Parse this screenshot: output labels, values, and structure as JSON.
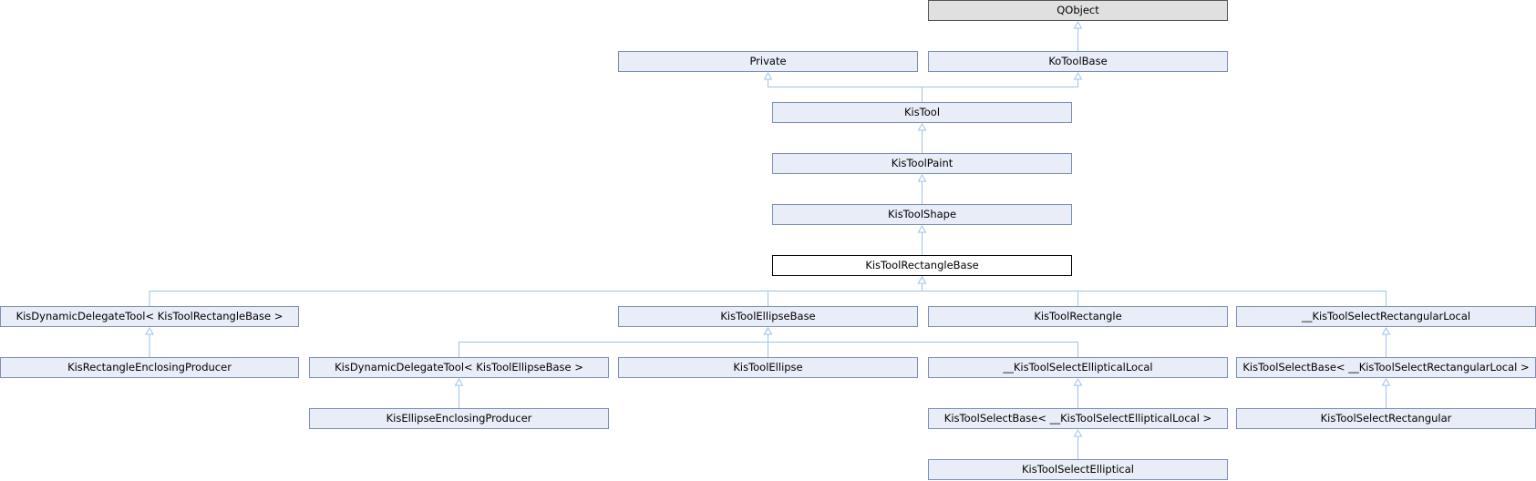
{
  "diagram": {
    "nodes": [
      {
        "id": "qobject",
        "label": "QObject",
        "style": "external"
      },
      {
        "id": "private",
        "label": "Private",
        "style": "normal"
      },
      {
        "id": "kotoolbase",
        "label": "KoToolBase",
        "style": "normal"
      },
      {
        "id": "kistool",
        "label": "KisTool",
        "style": "normal"
      },
      {
        "id": "kistoolpaint",
        "label": "KisToolPaint",
        "style": "normal"
      },
      {
        "id": "kistoolshape",
        "label": "KisToolShape",
        "style": "normal"
      },
      {
        "id": "kistoolrectanglebase",
        "label": "KisToolRectangleBase",
        "style": "current"
      },
      {
        "id": "kisdynamicdelegatetool-rect",
        "label": "KisDynamicDelegateTool< KisToolRectangleBase >",
        "style": "normal"
      },
      {
        "id": "kistoolellipsebase",
        "label": "KisToolEllipseBase",
        "style": "normal"
      },
      {
        "id": "kistoolrectangle",
        "label": "KisToolRectangle",
        "style": "normal"
      },
      {
        "id": "kistoolselectrectangularlocal",
        "label": "__KisToolSelectRectangularLocal",
        "style": "normal"
      },
      {
        "id": "kisrectangleenclosingproducer",
        "label": "KisRectangleEnclosingProducer",
        "style": "normal"
      },
      {
        "id": "kisdynamicdelegatetool-ellipse",
        "label": "KisDynamicDelegateTool< KisToolEllipseBase >",
        "style": "normal"
      },
      {
        "id": "kistoolellipse",
        "label": "KisToolEllipse",
        "style": "normal"
      },
      {
        "id": "kistoolselectellipticallocal",
        "label": "__KisToolSelectEllipticalLocal",
        "style": "normal"
      },
      {
        "id": "kistoolselectbase-rect",
        "label": "KisToolSelectBase< __KisToolSelectRectangularLocal >",
        "style": "normal"
      },
      {
        "id": "kisellipseenclosingproducer",
        "label": "KisEllipseEnclosingProducer",
        "style": "normal"
      },
      {
        "id": "kistoolselectbase-ellip",
        "label": "KisToolSelectBase< __KisToolSelectEllipticalLocal >",
        "style": "normal"
      },
      {
        "id": "kistoolselectrectangular",
        "label": "KisToolSelectRectangular",
        "style": "normal"
      },
      {
        "id": "kistoolselectelliptical",
        "label": "KisToolSelectElliptical",
        "style": "normal"
      }
    ],
    "edges": [
      {
        "from": "kotoolbase",
        "to": "qobject"
      },
      {
        "from": "kistool",
        "to": "private"
      },
      {
        "from": "kistool",
        "to": "kotoolbase"
      },
      {
        "from": "kistoolpaint",
        "to": "kistool"
      },
      {
        "from": "kistoolshape",
        "to": "kistoolpaint"
      },
      {
        "from": "kistoolrectanglebase",
        "to": "kistoolshape"
      },
      {
        "from": "kisdynamicdelegatetool-rect",
        "to": "kistoolrectanglebase"
      },
      {
        "from": "kistoolellipsebase",
        "to": "kistoolrectanglebase"
      },
      {
        "from": "kistoolrectangle",
        "to": "kistoolrectanglebase"
      },
      {
        "from": "kistoolselectrectangularlocal",
        "to": "kistoolrectanglebase"
      },
      {
        "from": "kisrectangleenclosingproducer",
        "to": "kisdynamicdelegatetool-rect"
      },
      {
        "from": "kisdynamicdelegatetool-ellipse",
        "to": "kistoolellipsebase"
      },
      {
        "from": "kistoolellipse",
        "to": "kistoolellipsebase"
      },
      {
        "from": "kistoolselectellipticallocal",
        "to": "kistoolellipsebase"
      },
      {
        "from": "kistoolselectbase-rect",
        "to": "kistoolselectrectangularlocal"
      },
      {
        "from": "kisellipseenclosingproducer",
        "to": "kisdynamicdelegatetool-ellipse"
      },
      {
        "from": "kistoolselectbase-ellip",
        "to": "kistoolselectellipticallocal"
      },
      {
        "from": "kistoolselectrectangular",
        "to": "kistoolselectbase-rect"
      },
      {
        "from": "kistoolselectelliptical",
        "to": "kistoolselectbase-ellip"
      }
    ],
    "colors": {
      "edge": "#9ec3e6",
      "node_fill": "#e8edf7",
      "node_border": "#7b8fb5",
      "external_fill": "#e0e0e0",
      "current_fill": "#ffffff"
    }
  }
}
